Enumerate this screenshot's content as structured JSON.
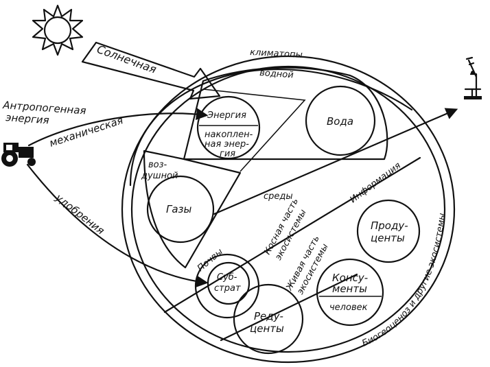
{
  "labels": {
    "solar": "Солнечная",
    "anthropogenic_line1": "Антропогенная",
    "anthropogenic_line2": "энергия",
    "mechanical": "механическая",
    "fertilizers": "удобрения",
    "climatopes": "климатопы",
    "water_env": "водной",
    "air_env_line1": "воз-",
    "air_env_line2": "душной",
    "media": "среды",
    "energy": "Энергия",
    "accum_line1": "накоплен-",
    "accum_line2": "ная энер-",
    "accum_line3": "гия",
    "water": "Вода",
    "gases": "Газы",
    "soils": "Почвы",
    "substrate_line1": "Суб-",
    "substrate_line2": "страт",
    "reducers_line1": "Реду-",
    "reducers_line2": "центы",
    "producers_line1": "Проду-",
    "producers_line2": "центы",
    "consumers_line1": "Консу-",
    "consumers_line2": "менты",
    "human": "человек",
    "inert_line1": "Косная часть",
    "inert_line2": "экосистемы",
    "living_line1": "Живая часть",
    "living_line2": "экосистемы",
    "information": "Информация",
    "biogeocenosis": "Биогеоценоз и другие экосистемы"
  }
}
